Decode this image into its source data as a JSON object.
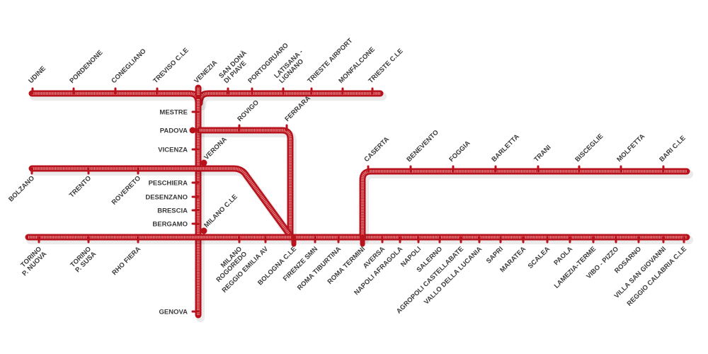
{
  "colors": {
    "rail": "#b8121c",
    "text": "#3a3a3a"
  },
  "lines": {
    "north": [
      "UDINE",
      "PORDENONE",
      "CONEGLIANO",
      "TREVISO C.LE",
      "VENEZIA",
      "SAN DONÀ\nDI PIAVE",
      "PORTOGRUARO",
      "LATISANA -\nLIGNANO",
      "TRIESTE AIRPORT",
      "MONFALCONE",
      "TRIESTE C.LE"
    ],
    "trunk_left": [
      "MESTRE",
      "PADOVA",
      "VICENZA",
      "PESCHIERA",
      "DESENZANO",
      "BRESCIA",
      "BERGAMO",
      "GENOVA"
    ],
    "trunk_right": [
      "VERONA",
      "MILANO C.LE"
    ],
    "padova_branch": [
      "ROVIGO",
      "FERRARA"
    ],
    "brennero": [
      "BOLZANO",
      "TRENTO",
      "ROVERETO"
    ],
    "main": [
      "TORINO\nP. NUOVA",
      "TORINO\nP. SUSA",
      "RHO FIERA",
      "MILANO\nROGOREDO",
      "REGGIO EMILIA AV",
      "BOLOGNA C.LE",
      "FIRENZE SMN",
      "ROMA TIBURTINA",
      "ROMA TERMINI",
      "AVERSA",
      "NAPOLI AFRAGOLA",
      "NAPOLI",
      "SALERNO",
      "AGROPOLI CASTELLABATE",
      "VALLO DELLA LUCANIA",
      "SAPRI",
      "MARATEA",
      "SCALEA",
      "PAOLA",
      "LAMEZIA-TERME",
      "VIBO - PIZZO",
      "ROSARNO",
      "VILLA SAN GIOVANNI",
      "REGGIO CALABRIA C.LE"
    ],
    "adriatic": [
      "CASERTA",
      "BENEVENTO",
      "FOGGIA",
      "BARLETTA",
      "TRANI",
      "BISCEGLIE",
      "MOLFETTA",
      "BARI C.LE"
    ]
  }
}
